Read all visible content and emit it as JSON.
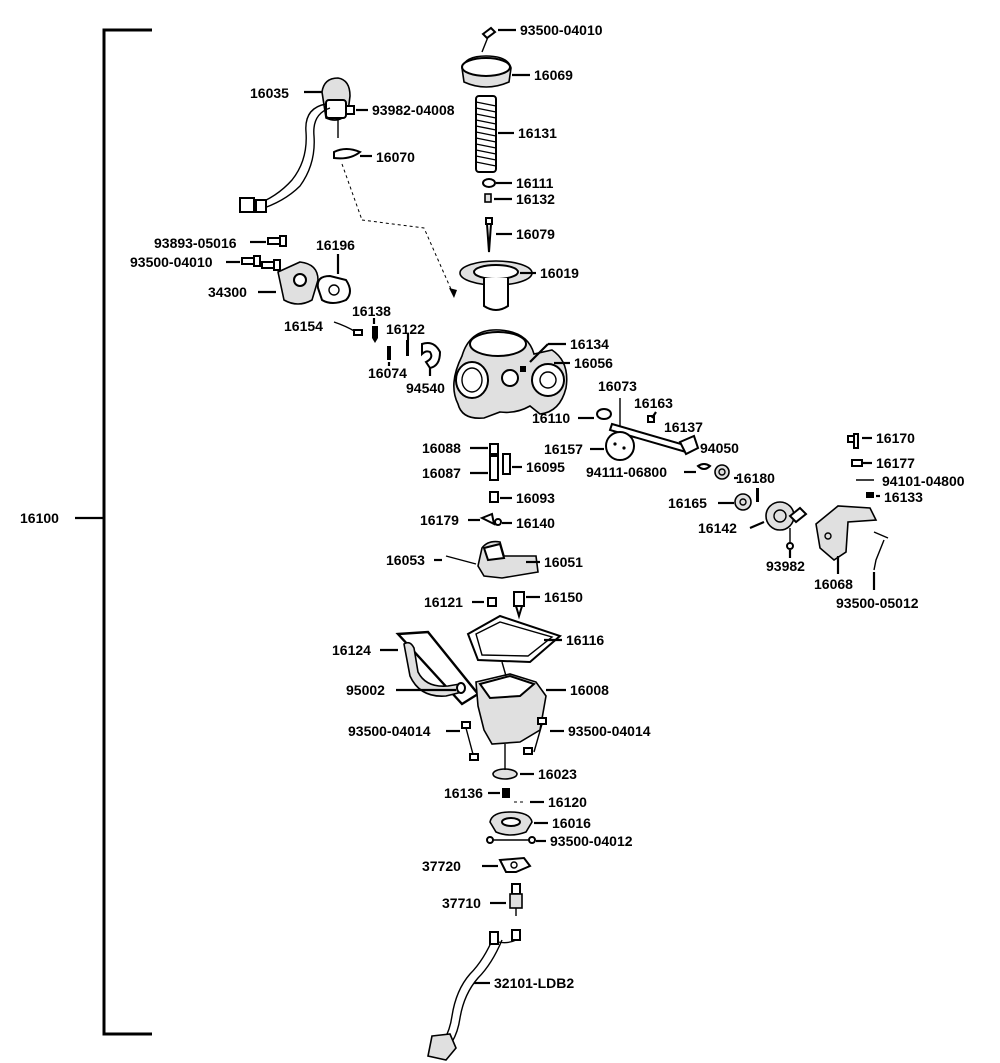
{
  "assembly": {
    "label": "16100"
  },
  "labels": {
    "p93500_04010_top": "93500-04010",
    "p16069": "16069",
    "p16035": "16035",
    "p93982_04008": "93982-04008",
    "p16131": "16131",
    "p16070": "16070",
    "p16111": "16111",
    "p16132": "16132",
    "p16079": "16079",
    "p93893_05016": "93893-05016",
    "p16196": "16196",
    "p93500_04010_left": "93500-04010",
    "p16019": "16019",
    "p34300": "34300",
    "p16138": "16138",
    "p16154": "16154",
    "p16122": "16122",
    "p16134": "16134",
    "p16056": "16056",
    "p16074": "16074",
    "p94540": "94540",
    "p16073": "16073",
    "p16163": "16163",
    "p16110": "16110",
    "p16137": "16137",
    "p16170": "16170",
    "p16088": "16088",
    "p16157": "16157",
    "p94050": "94050",
    "p16177": "16177",
    "p16087": "16087",
    "p16095": "16095",
    "p94111_06800": "94111-06800",
    "p16180": "16180",
    "p94101_04800": "94101-04800",
    "p16133": "16133",
    "p16093": "16093",
    "p16165": "16165",
    "p16179": "16179",
    "p16140": "16140",
    "p16142": "16142",
    "p93982": "93982",
    "p16068": "16068",
    "p16053": "16053",
    "p16051": "16051",
    "p93500_05012": "93500-05012",
    "p16121": "16121",
    "p16150": "16150",
    "p16116": "16116",
    "p16124": "16124",
    "p95002": "95002",
    "p16008": "16008",
    "p93500_04014_left": "93500-04014",
    "p93500_04014_right": "93500-04014",
    "p16023": "16023",
    "p16136": "16136",
    "p16120": "16120",
    "p16016": "16016",
    "p93500_04012": "93500-04012",
    "p37720": "37720",
    "p37710": "37710",
    "p32101_ldb2": "32101-LDB2"
  }
}
